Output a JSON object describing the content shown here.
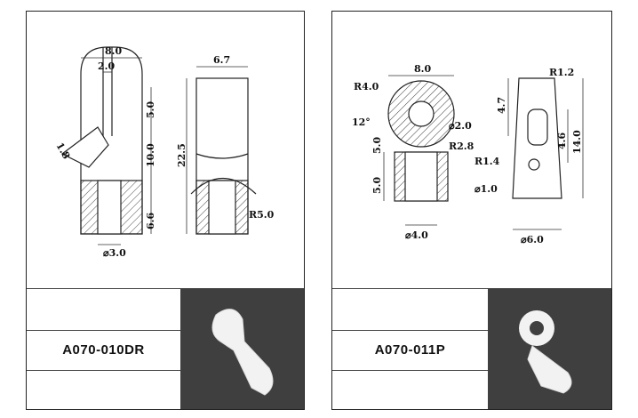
{
  "sheets": [
    {
      "part_code": "A070-010DR",
      "dimensions": {
        "w_total": "8.0",
        "w_slot": "2.0",
        "gap": "1.8",
        "h_top": "5.0",
        "h_mid": "10.0",
        "h_bottom": "6.6",
        "dia_hole": "⌀3.0",
        "side_width": "6.7",
        "side_height": "22.5",
        "radius": "R5.0"
      }
    },
    {
      "part_code": "A070-011P",
      "dimensions": {
        "w_total": "8.0",
        "r_outer": "R4.0",
        "angle": "12°",
        "dia_inner": "⌀2.0",
        "r_inner": "R2.8",
        "h_neck": "5.0",
        "h_body": "5.0",
        "dia_bottom": "⌀4.0",
        "side_r": "R1.2",
        "side_h1": "4.7",
        "side_h2": "4.6",
        "side_h_total": "14.0",
        "side_r2": "R1.4",
        "side_dia": "⌀1.0",
        "side_width": "⌀6.0"
      }
    }
  ]
}
